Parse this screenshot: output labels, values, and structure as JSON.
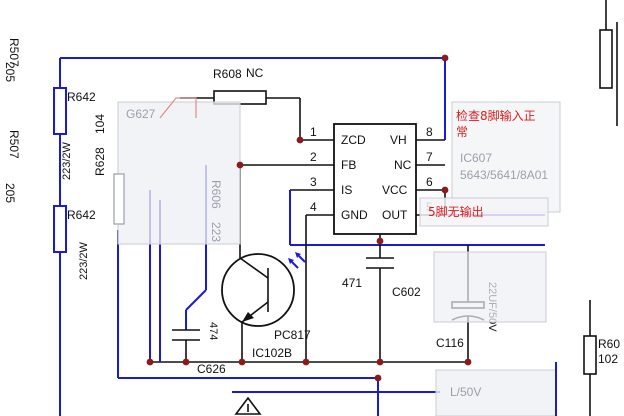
{
  "labels": {
    "r507_top": "R507",
    "r507_mid": "R507",
    "r205_top": "205",
    "r205_mid": "205",
    "r642_a": "R642",
    "r642_b": "R642",
    "r642_a_val": "223/2W",
    "r642_b_val": "223/2W",
    "r608": "R608",
    "r608_nc": "NC",
    "r628": "R628",
    "r628_val": "104",
    "pc817": "PC817",
    "ic102b": "IC102B",
    "c626": "C626",
    "c626_val": "474",
    "c602": "C602",
    "c602_val": "471",
    "c116": "C116",
    "c116_val": "22UF/50V",
    "r60x": "R60",
    "r60x_val": "102",
    "ic607": "IC607",
    "ic607_parts": "5643/5641/8A01",
    "faded_a": "G627",
    "faded_b": "223",
    "faded_c": "R606",
    "faded_d": "L/50V"
  },
  "ic": {
    "left_pins": [
      {
        "num": "1",
        "name": "ZCD"
      },
      {
        "num": "2",
        "name": "FB"
      },
      {
        "num": "3",
        "name": "IS"
      },
      {
        "num": "4",
        "name": "GND"
      }
    ],
    "right_pins": [
      {
        "num": "8",
        "name": "VH"
      },
      {
        "num": "7",
        "name": "NC"
      },
      {
        "num": "6",
        "name": "VCC"
      },
      {
        "num": "5",
        "name": "OUT"
      }
    ]
  },
  "annotations": {
    "check_pin8_line1": "检查8脚输入正",
    "check_pin8_line2": "常",
    "pin5_no_output": "5脚无输出"
  },
  "colors": {
    "wire": "#1b1bd6",
    "annotation": "#d81e1e",
    "junction": "#8b1a1a"
  }
}
